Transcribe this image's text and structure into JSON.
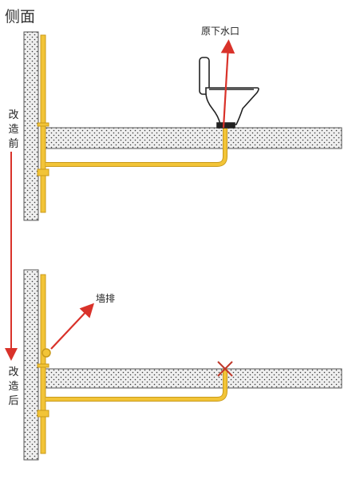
{
  "title": "侧面",
  "labels": {
    "before": "改造前",
    "after": "改造后",
    "original_outlet": "原下水口",
    "wall_drain": "墙排"
  },
  "colors": {
    "pipe": "#f2c437",
    "pipe_edge": "#c99a1a",
    "arrow": "#d9322a",
    "wall_fill": "#ececec",
    "wall_stroke": "#555555",
    "cross": "#c0392b",
    "toilet_stroke": "#222222"
  },
  "icons": {
    "toilet": "toilet-icon",
    "cross": "blocked-cross-icon"
  }
}
